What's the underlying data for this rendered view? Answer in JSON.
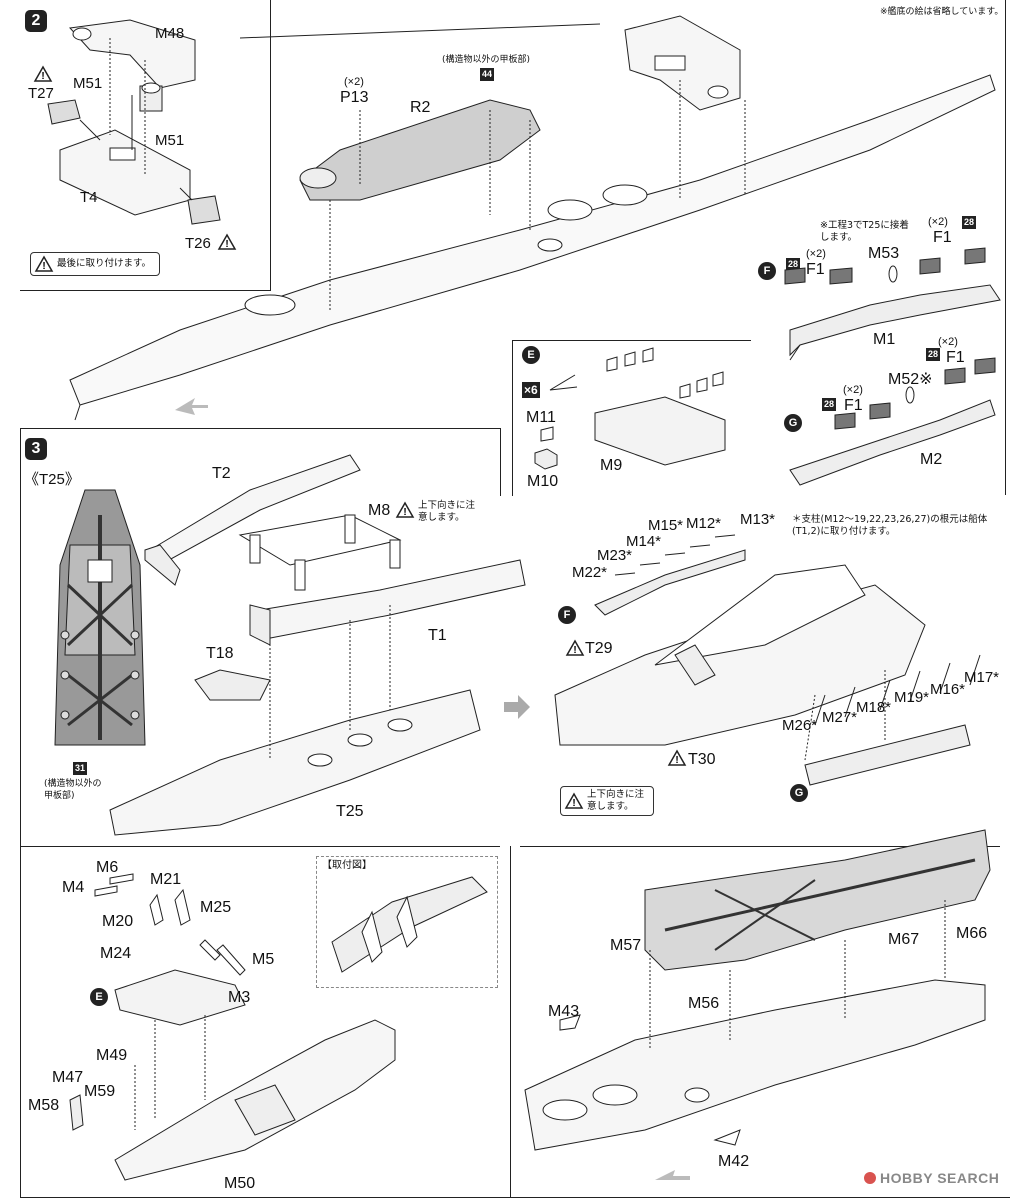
{
  "header_note": "※艦底の絵は省略しています。",
  "step2": {
    "number": "2",
    "labels": {
      "m48": "M48",
      "t27": "T27",
      "m51a": "M51",
      "m51b": "M51",
      "t4": "T4",
      "t26": "T26",
      "p13_count": "(×2)",
      "p13": "P13",
      "r2": "R2",
      "deck_note": "(構造物以外の甲板部)",
      "deck_num": "44"
    },
    "warning_note": "最後に取り付けます。",
    "sub": {
      "note": "※工程3でT25に接着します。",
      "f_badge": "F",
      "g_badge": "G",
      "f1_a_count": "(×2)",
      "f1_a": "F1",
      "f1_a_num": "28",
      "f1_b_count": "(×2)",
      "f1_b": "F1",
      "f1_b_num": "28",
      "m53": "M53",
      "m1": "M1",
      "f1_c_count": "(×2)",
      "f1_c": "F1",
      "f1_c_num": "28",
      "m52": "M52※",
      "f1_d_count": "(×2)",
      "f1_d": "F1",
      "f1_d_num": "28",
      "m2": "M2"
    },
    "e_box": {
      "badge": "E",
      "multiplier": "×6",
      "m11": "M11",
      "m10": "M10",
      "m9": "M9"
    }
  },
  "step3": {
    "number": "3",
    "t25_title": "《T25》",
    "t25_num": "31",
    "t25_note": "(構造物以外の甲板部)",
    "labels": {
      "t2": "T2",
      "m8": "M8",
      "t1": "T1",
      "t18": "T18",
      "t25": "T25"
    },
    "updown_note_1": "上下向きに注意します。",
    "struts_note": "＊支柱(M12～19,22,23,26,27)の根元は船体(T1,2)に取り付けます。",
    "struts": {
      "m15": "M15*",
      "m12": "M12*",
      "m13": "M13*",
      "m14": "M14*",
      "m23": "M23*",
      "m22": "M22*",
      "f_badge": "F",
      "t29": "T29",
      "t30": "T30",
      "m17": "M17*",
      "m16": "M16*",
      "m19": "M19*",
      "m18": "M18*",
      "m27": "M27*",
      "m26": "M26*",
      "g_badge": "G"
    },
    "updown_note_2": "上下向きに注意します。"
  },
  "bottom": {
    "left": {
      "m6": "M6",
      "m4": "M4",
      "m21": "M21",
      "m20": "M20",
      "m25": "M25",
      "m24": "M24",
      "m5": "M5",
      "e_badge": "E",
      "m3": "M3",
      "m49": "M49",
      "m47": "M47",
      "m59": "M59",
      "m58": "M58",
      "m50": "M50"
    },
    "detail_title": "【取付図】",
    "right": {
      "m57": "M57",
      "m67": "M67",
      "m66": "M66",
      "m56": "M56",
      "m43": "M43",
      "m42": "M42"
    }
  },
  "watermark": "HOBBY SEARCH"
}
